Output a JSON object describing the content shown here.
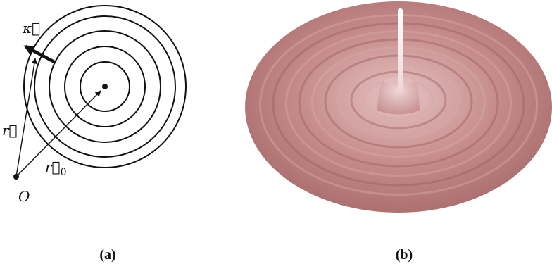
{
  "panel_a": {
    "labels": {
      "kappa": "κ⃗",
      "r": "r⃗",
      "r0_base": "r⃗",
      "r0_sub": "0",
      "origin": "O"
    },
    "caption": "(a)",
    "ring_count": 5
  },
  "panel_b": {
    "caption": "(b)",
    "surface_color": "#b87878",
    "ring_count": 9
  }
}
